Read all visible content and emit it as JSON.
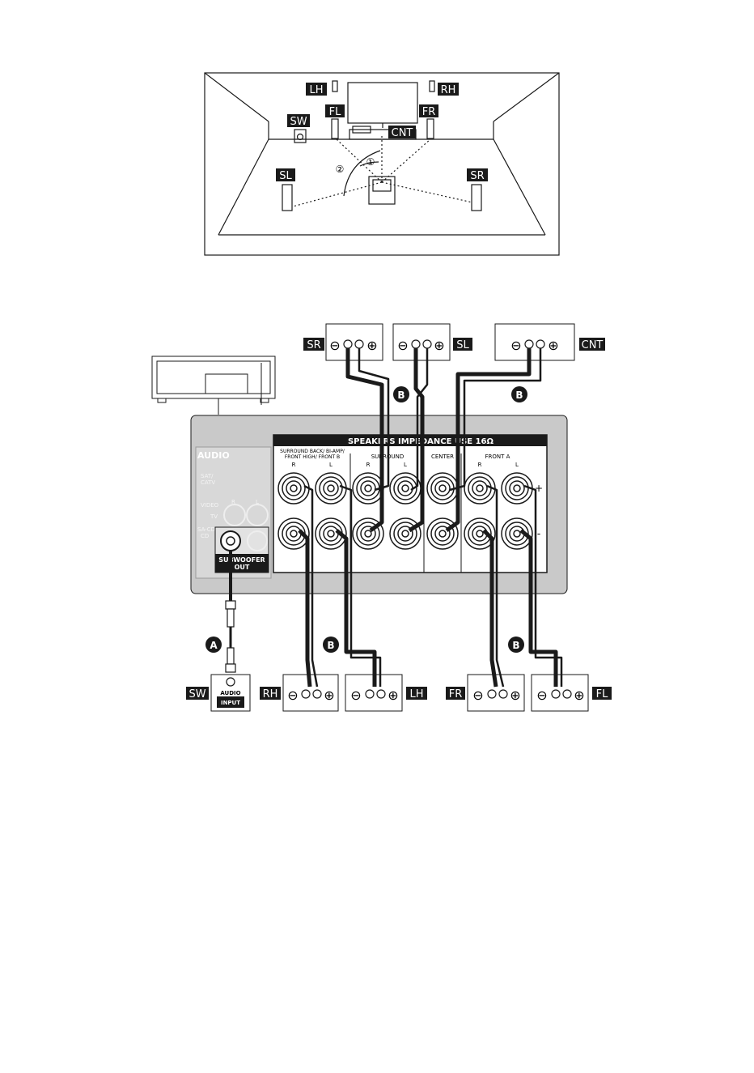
{
  "room": {
    "tags": {
      "lh": "LH",
      "rh": "RH",
      "fl": "FL",
      "fr": "FR",
      "sw": "SW",
      "cnt": "CNT",
      "sl": "SL",
      "sr": "SR"
    },
    "angle_1": "①",
    "angle_2": "②"
  },
  "wiring": {
    "speaker_tags": {
      "sr": "SR",
      "sl": "SL",
      "cnt": "CNT",
      "sw": "SW",
      "rh": "RH",
      "lh": "LH",
      "fr": "FR",
      "fl": "FL"
    },
    "cable_labels": {
      "a": "A",
      "b": "B"
    },
    "terminal_minus": "⊖",
    "terminal_plus": "⊕",
    "panel": {
      "audio_label": "AUDIO",
      "audio_sat": "SAT/",
      "audio_catv": "CATV",
      "audio_video": "VIDEO",
      "audio_tv": "TV",
      "audio_r": "R",
      "audio_l": "L",
      "audio_sacd": "SA-CD/",
      "audio_cd": "CD",
      "sub_out_1": "SUBWOOFER",
      "sub_out_2": "OUT",
      "speakers_title": "SPEAKERS    IMPEDANCE USE    16Ω",
      "group_sb_1": "SURROUND BACK/ BI-AMP/",
      "group_sb_2": "FRONT HIGH/ FRONT B",
      "group_surround": "SURROUND",
      "group_center": "CENTER",
      "group_front_a": "FRONT A",
      "r": "R",
      "l": "L",
      "plus": "+",
      "minus": "-"
    },
    "sw_input_1": "AUDIO",
    "sw_input_2": "INPUT"
  },
  "colors": {
    "ink": "#1a1a1a",
    "panel_gray": "#c9c9c9",
    "label_bg": "#1a1a1a",
    "label_fg": "#ffffff"
  }
}
